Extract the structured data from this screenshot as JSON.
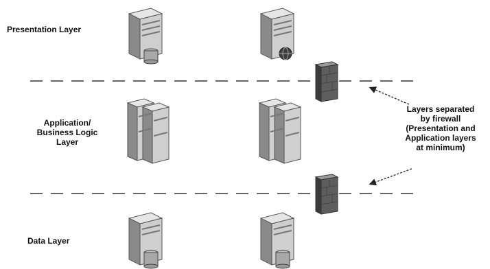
{
  "layers": [
    {
      "label": "Presentation Layer"
    },
    {
      "label": "Application/\nBusiness Logic\nLayer"
    },
    {
      "label": "Data Layer"
    }
  ],
  "annotation": {
    "lines": [
      "Layers separated",
      "by firewall",
      "(Presentation and",
      "Application layers",
      "at minimum)"
    ]
  },
  "icons": {
    "presentation_server_left": "web-server-with-database-icon",
    "presentation_server_right": "web-server-with-globe-icon",
    "application_server_left": "application-server-cluster-icon",
    "application_server_right": "application-server-cluster-icon",
    "data_server_left": "database-server-icon",
    "data_server_right": "database-server-icon",
    "firewall_top": "firewall-icon",
    "firewall_bottom": "firewall-icon"
  },
  "colors": {
    "server_light": "#d9d9d9",
    "server_dark": "#6f6f6f",
    "firewall": "#555555",
    "line": "#333333"
  }
}
